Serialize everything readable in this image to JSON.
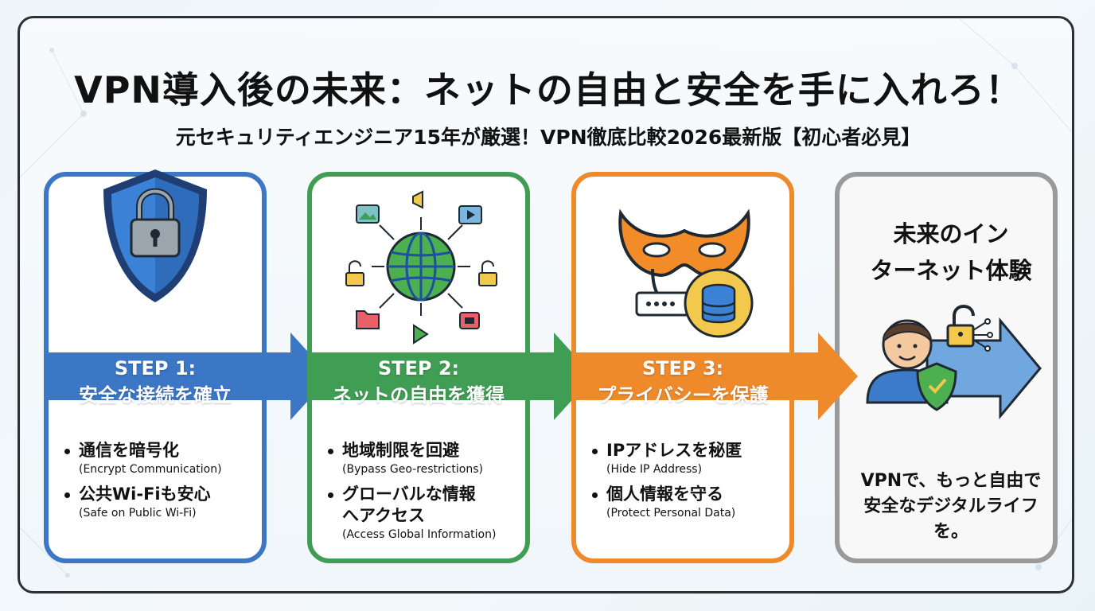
{
  "title": "VPN導入後の未来：ネットの自由と安全を手に入れろ！",
  "subtitle": "元セキュリティエンジニア15年が厳選！VPN徹底比較2026最新版【初心者必見】",
  "colors": {
    "step1": "#3b77c5",
    "step2": "#3f9e54",
    "step3": "#ef8a2a",
    "future": "#9a9a9a"
  },
  "steps": [
    {
      "step_label": "STEP 1:",
      "name": "安全な接続を確立",
      "icon": "shield-lock-icon",
      "bullets": [
        {
          "ja": "通信を暗号化",
          "en": "(Encrypt Communication)"
        },
        {
          "ja": "公共Wi-Fiも安心",
          "en": "(Safe on Public Wi-Fi)"
        }
      ]
    },
    {
      "step_label": "STEP 2:",
      "name": "ネットの自由を獲得",
      "icon": "globe-network-icon",
      "bullets": [
        {
          "ja": "地域制限を回避",
          "en": "(Bypass Geo-restrictions)"
        },
        {
          "ja": "グローバルな情報\nへアクセス",
          "en": "(Access Global Information)"
        }
      ]
    },
    {
      "step_label": "STEP 3:",
      "name": "プライバシーを保護",
      "icon": "mask-database-icon",
      "bullets": [
        {
          "ja": "IPアドレスを秘匿",
          "en": "(Hide IP Address)"
        },
        {
          "ja": "個人情報を守る",
          "en": "(Protect Personal Data)"
        }
      ]
    }
  ],
  "future": {
    "title_line1": "未来のイン",
    "title_line2": "ターネット体験",
    "icon": "user-shield-arrow-icon",
    "text_line1": "VPNで、もっと自由で",
    "text_line2": "安全なデジタルライフ",
    "text_line3": "を。"
  }
}
